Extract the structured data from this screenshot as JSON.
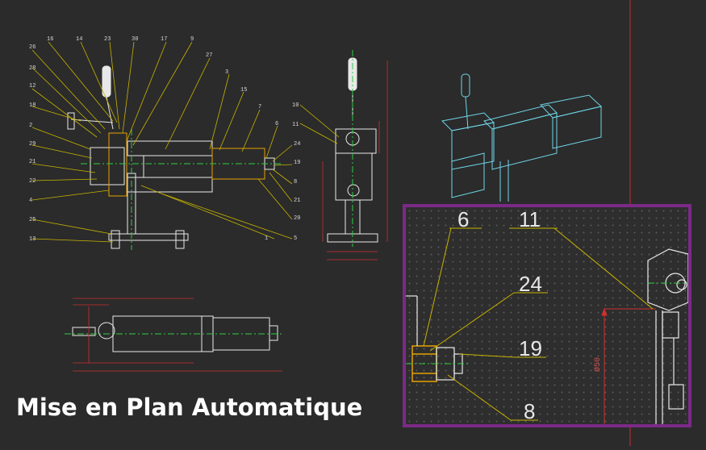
{
  "caption": "Mise en Plan Automatique",
  "colors": {
    "background": "#2b2b2b",
    "leader": "#c8b400",
    "outline": "#e8e8e8",
    "centerline": "#2ecc40",
    "dimension": "#d03030",
    "hatch": "#e6a000",
    "iso_view": "#6fd6e8",
    "inset_border": "#7b2a86"
  },
  "front_view": {
    "top_labels": [
      "16",
      "14",
      "23",
      "30",
      "17",
      "9",
      "27"
    ],
    "left_labels": [
      "26",
      "28",
      "12",
      "18",
      "2",
      "29",
      "21",
      "22",
      "4",
      "25",
      "13"
    ],
    "right_labels": [
      "3",
      "15",
      "7",
      "6",
      "24",
      "19",
      "8",
      "21",
      "20",
      "5",
      "1"
    ]
  },
  "side_view": {
    "labels": [
      "10",
      "11"
    ]
  },
  "inset": {
    "labels": [
      "6",
      "11",
      "24",
      "19",
      "8"
    ],
    "dimension": "Ø50"
  }
}
